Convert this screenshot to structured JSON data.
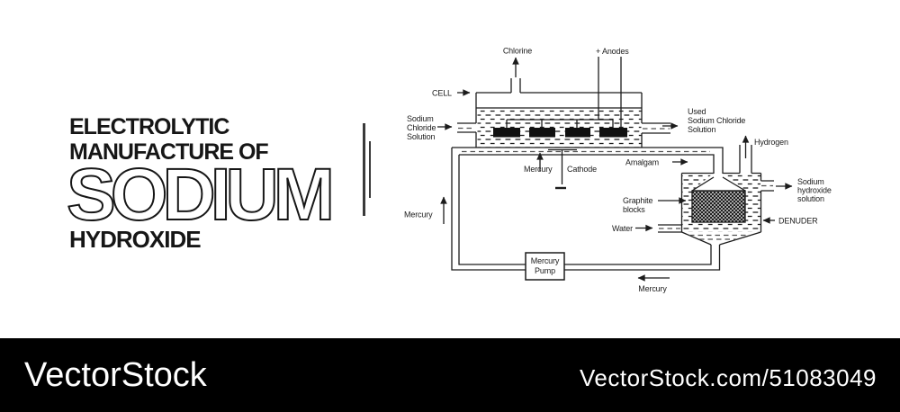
{
  "colors": {
    "ink": "#1c1c1c",
    "solution_dash": "#525252",
    "footer_bg": "#000000",
    "footer_text": "#ffffff",
    "background": "#ffffff"
  },
  "title": {
    "line1": "ELECTROLYTIC",
    "line2": "MANUFACTURE OF",
    "line3": "SODIUM",
    "line4": "HYDROXIDE"
  },
  "diagram": {
    "labels": {
      "chlorine": "Chlorine",
      "anodes": "+ Anodes",
      "cell": "CELL",
      "nacl_1": "Sodium",
      "nacl_2": "Chloride",
      "nacl_3": "Solution",
      "used_1": "Used",
      "used_2": "Sodium Chloride",
      "used_3": "Solution",
      "mercury_cell": "Mercury",
      "cathode": "Cathode",
      "amalgam": "Amalgam",
      "hydrogen": "Hydrogen",
      "naoh_1": "Sodium",
      "naoh_2": "hydroxide",
      "naoh_3": "solution",
      "graphite_1": "Graphite",
      "graphite_2": "blocks",
      "water": "Water",
      "denuder": "DENUDER",
      "pump_1": "Mercury",
      "pump_2": "Pump",
      "mercury_bottom": "Mercury",
      "mercury_left": "Mercury"
    }
  },
  "footer": {
    "brand": "VectorStock",
    "ref": "VectorStock.com/51083049"
  }
}
